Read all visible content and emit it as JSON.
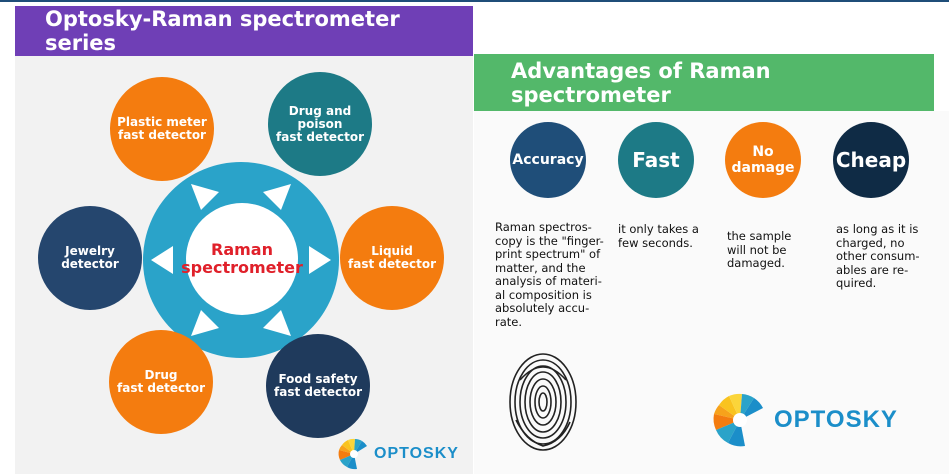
{
  "left": {
    "title": "Optosky-Raman spectrometer series",
    "hub": "Raman\nspectrometer",
    "nodes": {
      "plastic": "Plastic meter\nfast detector",
      "drug_poison": "Drug and poison\nfast detector",
      "liquid": "Liquid\nfast detector",
      "food": "Food safety\nfast detector",
      "drug": "Drug\nfast detector",
      "jewelry": "Jewelry\ndetector"
    },
    "logo": "OPTOSKY"
  },
  "right": {
    "title": "Advantages of Raman spectrometer",
    "items": [
      {
        "label": "Accuracy",
        "desc": "Raman spectros-\ncopy is the \"finger-\nprint spectrum\" of\nmatter, and the\nanalysis of materi-\nal composition is\nabsolutely accu-\nrate."
      },
      {
        "label": "Fast",
        "desc": "it only takes a\nfew seconds."
      },
      {
        "label": "No\ndamage",
        "desc": "the sample\nwill not be\ndamaged."
      },
      {
        "label": "Cheap",
        "desc": "as long as it is\ncharged, no\nother consum-\nables are re-\nquired."
      }
    ],
    "logo": "OPTOSKY"
  },
  "colors": {
    "purple": "#6f3fb6",
    "green": "#53b86a",
    "orange": "#f47c0f",
    "teal": "#1d7a86",
    "navy": "#1f3a5c",
    "hub_blue": "#2aa3c9",
    "hub_text": "#e0202a"
  }
}
